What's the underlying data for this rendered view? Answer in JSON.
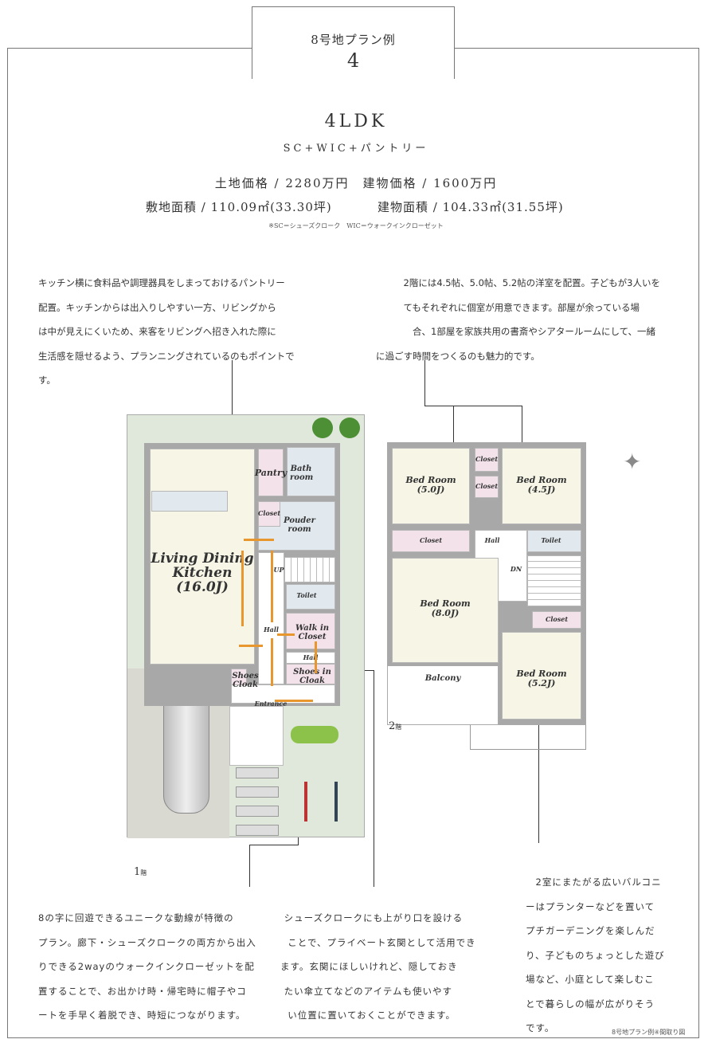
{
  "header": {
    "plan_label": "8号地プラン例",
    "plan_number": "4"
  },
  "summary": {
    "layout": "4LDK",
    "features": "SC+WIC+パントリー",
    "price_line": "土地価格 / 2280万円　建物価格 / 1600万円",
    "land_area": "敷地面積 / 110.09㎡(33.30坪)",
    "building_area": "建物面積 / 104.33㎡(31.55坪)",
    "note": "※SC＝シューズクローク　WIC＝ウォークインクローゼット"
  },
  "descriptions": {
    "pantry": "キッチン横に食料品や調理器具をしまっておけるパントリー\n配置。キッチンからは出入りしやすい一方、リビングから\nは中が見えにくいため、来客をリビングへ招き入れた際に\n生活感を隠せるよう、プランニングされているのもポイントで\nす。",
    "second_floor": "　　　2階には4.5帖、5.0帖、5.2帖の洋室を配置。子どもが3人いを\n　　　てもそれぞれに個室が用意できます。部屋が余っている場\n　　　　合、1部屋を家族共用の書斎やシアタールームにして、一緒\nに過ごす時間をつくるのも魅力的です。",
    "circulation": "8の字に回遊できるユニークな動線が特徴の\nプラン。廊下・シューズクロークの両方から出入\nりできる2wayのウォークインクローゼットを配\n置することで、お出かけ時・帰宅時に帽子やコ\nートを手早く着脱でき、時短につながります。",
    "shoes_cloak": " シューズクロークにも上がり口を設ける\n  ことで、プライベート玄関として活用でき\nます。玄関にほしいけれど、隠しておき\n たい傘立てなどのアイテムも使いやす\n  い位置に置いておくことができます。",
    "balcony": "　2室にまたがる広いバルコニ\nーはプランターなどを置いて\nプチガーデニングを楽しんだ\nり、子どものちょっとした遊び\n場など、小庭として楽しむこ\nとで暮らしの幅が広がりそう\nです。"
  },
  "floor1": {
    "label": "1",
    "label_suffix": "階",
    "rooms": {
      "ldk": "Living Dining Kitchen",
      "ldk_size": "(16.0J)",
      "pantry": "Pantry",
      "bath": "Bath room",
      "closet": "Closet",
      "powder": "Pouder room",
      "up": "UP",
      "toilet": "Toilet",
      "wic": "Walk in Closet",
      "hall": "Hall",
      "hall2": "Hall",
      "shoes_in": "Shoes in Cloak",
      "shoes": "Shoes Cloak",
      "entrance": "Entrance"
    }
  },
  "floor2": {
    "label": "2",
    "label_suffix": "階",
    "rooms": {
      "bed50": "Bed Room",
      "bed50_size": "(5.0J)",
      "bed45": "Bed Room",
      "bed45_size": "(4.5J)",
      "closet_a": "Closet",
      "closet_b": "Closet",
      "closet_c": "Closet",
      "closet_d": "Closet",
      "hall": "Hall",
      "toilet": "Toilet",
      "dn": "DN",
      "bed80": "Bed Room",
      "bed80_size": "(8.0J)",
      "bed52": "Bed Room",
      "bed52_size": "(5.2J)",
      "balcony": "Balcony"
    }
  },
  "footer": {
    "caption": "8号地プラン例④間取り図"
  },
  "colors": {
    "arrow": "#e8962e",
    "garden": "#dfe8da",
    "room": "#f6f5e6",
    "pink": "#f3e2ea",
    "blue": "#e1e9ef",
    "wall": "#a8a8a8"
  }
}
